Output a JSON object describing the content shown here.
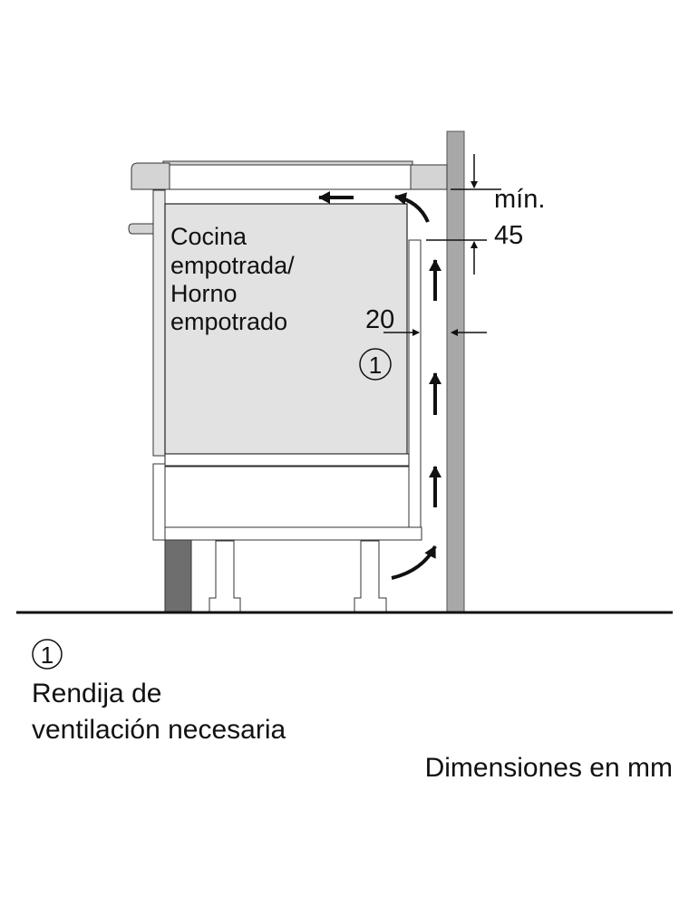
{
  "appliance_label": [
    "Cocina",
    "empotrada/",
    "Horno",
    "empotrado"
  ],
  "dimensions": {
    "gap_top_label_1": "mín.",
    "gap_top_label_2": "45",
    "gap_side_label": "20"
  },
  "callout_number": "1",
  "legend": {
    "number": "1",
    "line1": "Rendija de",
    "line2": "ventilación necesaria"
  },
  "units_note": "Dimensiones en mm",
  "colors": {
    "wall": "#a8a8a8",
    "appliance": "#e2e2e2",
    "plinth": "#6e6e6e",
    "worktop": "#d4d4d4"
  }
}
